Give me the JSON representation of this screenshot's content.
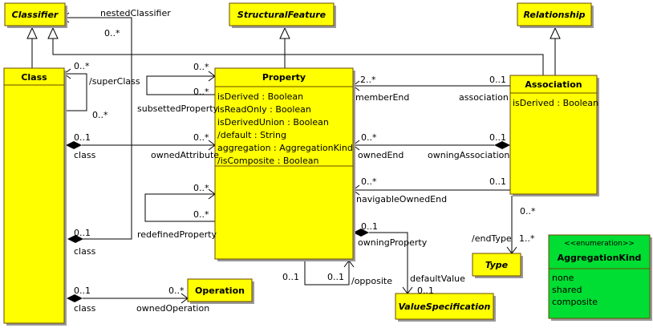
{
  "classes": {
    "classifier": {
      "name": "Classifier"
    },
    "structural_feature": {
      "name": "StructuralFeature"
    },
    "relationship": {
      "name": "Relationship"
    },
    "class": {
      "name": "Class"
    },
    "property": {
      "name": "Property",
      "attributes": [
        "isDerived : Boolean",
        "isReadOnly : Boolean",
        "isDerivedUnion : Boolean",
        "/default : String",
        "aggregation : AggregationKind",
        "/isComposite : Boolean"
      ]
    },
    "association": {
      "name": "Association",
      "attributes": [
        "isDerived : Boolean"
      ]
    },
    "operation": {
      "name": "Operation"
    },
    "type": {
      "name": "Type"
    },
    "value_specification": {
      "name": "ValueSpecification"
    },
    "aggregation_kind": {
      "stereotype": "<<enumeration>>",
      "name": "AggregationKind",
      "literals": [
        "none",
        "shared",
        "composite"
      ]
    }
  },
  "labels": {
    "nested_classifier": "nestedClassifier",
    "nested_mult": "0..*",
    "super_mult_top": "0..*",
    "super_class": "/superClass",
    "super_mult_bottom": "0..*",
    "subsetted_mult_top": "0..*",
    "subsetted_mult_bottom": "0..*",
    "subsetted_property": "subsettedProperty",
    "member_end_mult": "2..*",
    "member_end": "memberEnd",
    "association_mult": "0..1",
    "association_role": "association",
    "class_attr_mult": "0..1",
    "class_attr_role": "class",
    "owned_attribute_mult": "0..*",
    "owned_attribute": "ownedAttribute",
    "owned_end_mult": "0..*",
    "owned_end": "ownedEnd",
    "owning_assoc_mult": "0..1",
    "owning_association": "owningAssociation",
    "nav_mult": "0..*",
    "nav_owned_end": "navigableOwnedEnd",
    "nav_assoc_mult": "0..1",
    "redefined_mult_top": "0..*",
    "redefined_mult_bottom": "0..*",
    "redefined_property": "redefinedProperty",
    "class_nested_mult": "0..1",
    "class_nested_role": "class",
    "owning_prop_mult": "0..1",
    "owning_property": "owningProperty",
    "default_value": "defaultValue",
    "default_value_mult": "0..1",
    "opposite_mult_left": "0..1",
    "opposite_mult_right": "0..1",
    "opposite": "/opposite",
    "class_op_mult": "0..1",
    "class_op_role": "class",
    "owned_op_mult": "0..*",
    "owned_operation": "ownedOperation",
    "type_mult": "0..*",
    "end_type": "/endType",
    "end_type_mult": "1..*"
  },
  "colors": {
    "class_fill": "#ffff00",
    "enum_fill": "#00dd33",
    "border": "#6b4a00"
  }
}
